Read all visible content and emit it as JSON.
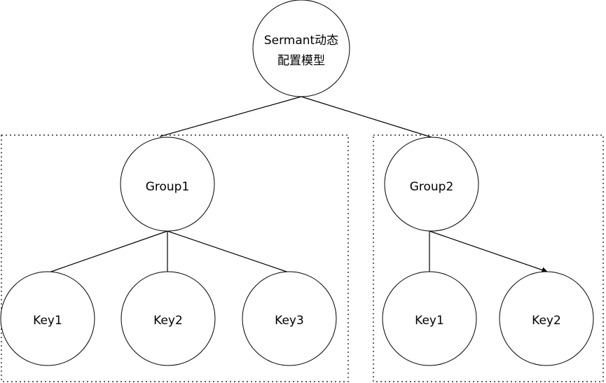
{
  "diagram": {
    "root": {
      "line1": "Sermant动态",
      "line2": "配置模型"
    },
    "group1": {
      "label": "Group1",
      "keys": [
        "Key1",
        "Key2",
        "Key3"
      ]
    },
    "group2": {
      "label": "Group2",
      "keys": [
        "Key1",
        "Key2"
      ]
    }
  }
}
